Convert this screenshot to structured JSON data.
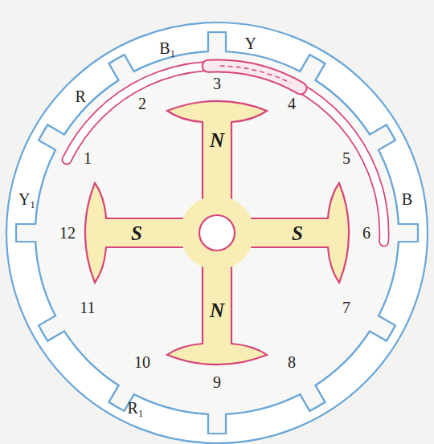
{
  "diagram": {
    "labels": [
      "R",
      "B₁",
      "Y",
      "B",
      "Y₁",
      "R₁",
      "1",
      "2",
      "3",
      "4",
      "5",
      "6",
      "7",
      "8",
      "9",
      "10",
      "11",
      "12",
      "N",
      "S",
      "S",
      "N"
    ]
  }
}
